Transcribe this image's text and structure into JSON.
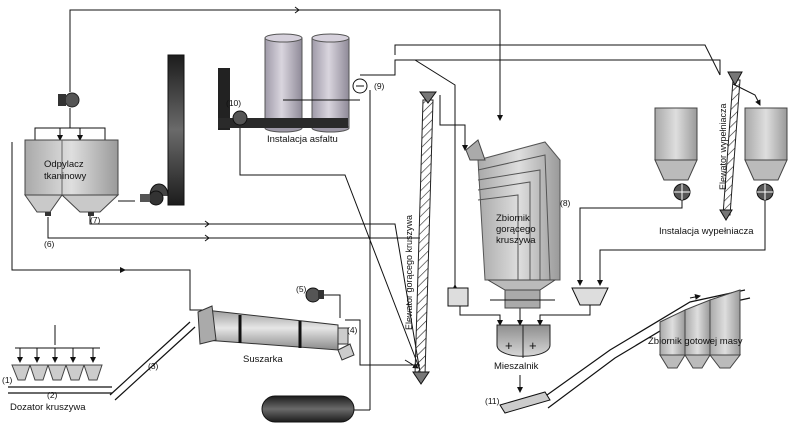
{
  "labels": {
    "odpylacz_line1": "Odpylacz",
    "odpylacz_line2": "tkaninowy",
    "instalacja_asfaltu": "Instalacja asfaltu",
    "elewator_goracego_kruszywa": "Elewator gorącego kruszywa",
    "zbiornik_line1": "Zbiornik",
    "zbiornik_line2": "gorącego",
    "zbiornik_line3": "kruszywa",
    "elewator_wypelniacza": "Elewator wypełniacza",
    "instalacja_wypelniacza": "Instalacja wypełniacza",
    "zbiornik_gotowej_masy": "Zbiornik gotowej masy",
    "suszarka": "Suszarka",
    "mieszalnik": "Mieszalnik",
    "dozator_kruszywa": "Dozator kruszywa"
  },
  "numbers": {
    "n1": "(1)",
    "n2": "(2)",
    "n3": "(3)",
    "n4": "(4)",
    "n5": "(5)",
    "n6": "(6)",
    "n7": "(7)",
    "n8": "(8)",
    "n9": "(9)",
    "n10": "(10)",
    "n11": "(11)"
  },
  "colors": {
    "line": "#111111",
    "silo_gray": "#bdbdbd",
    "silo_purple": "#b8afc2",
    "dark": "#2b2b2b"
  }
}
